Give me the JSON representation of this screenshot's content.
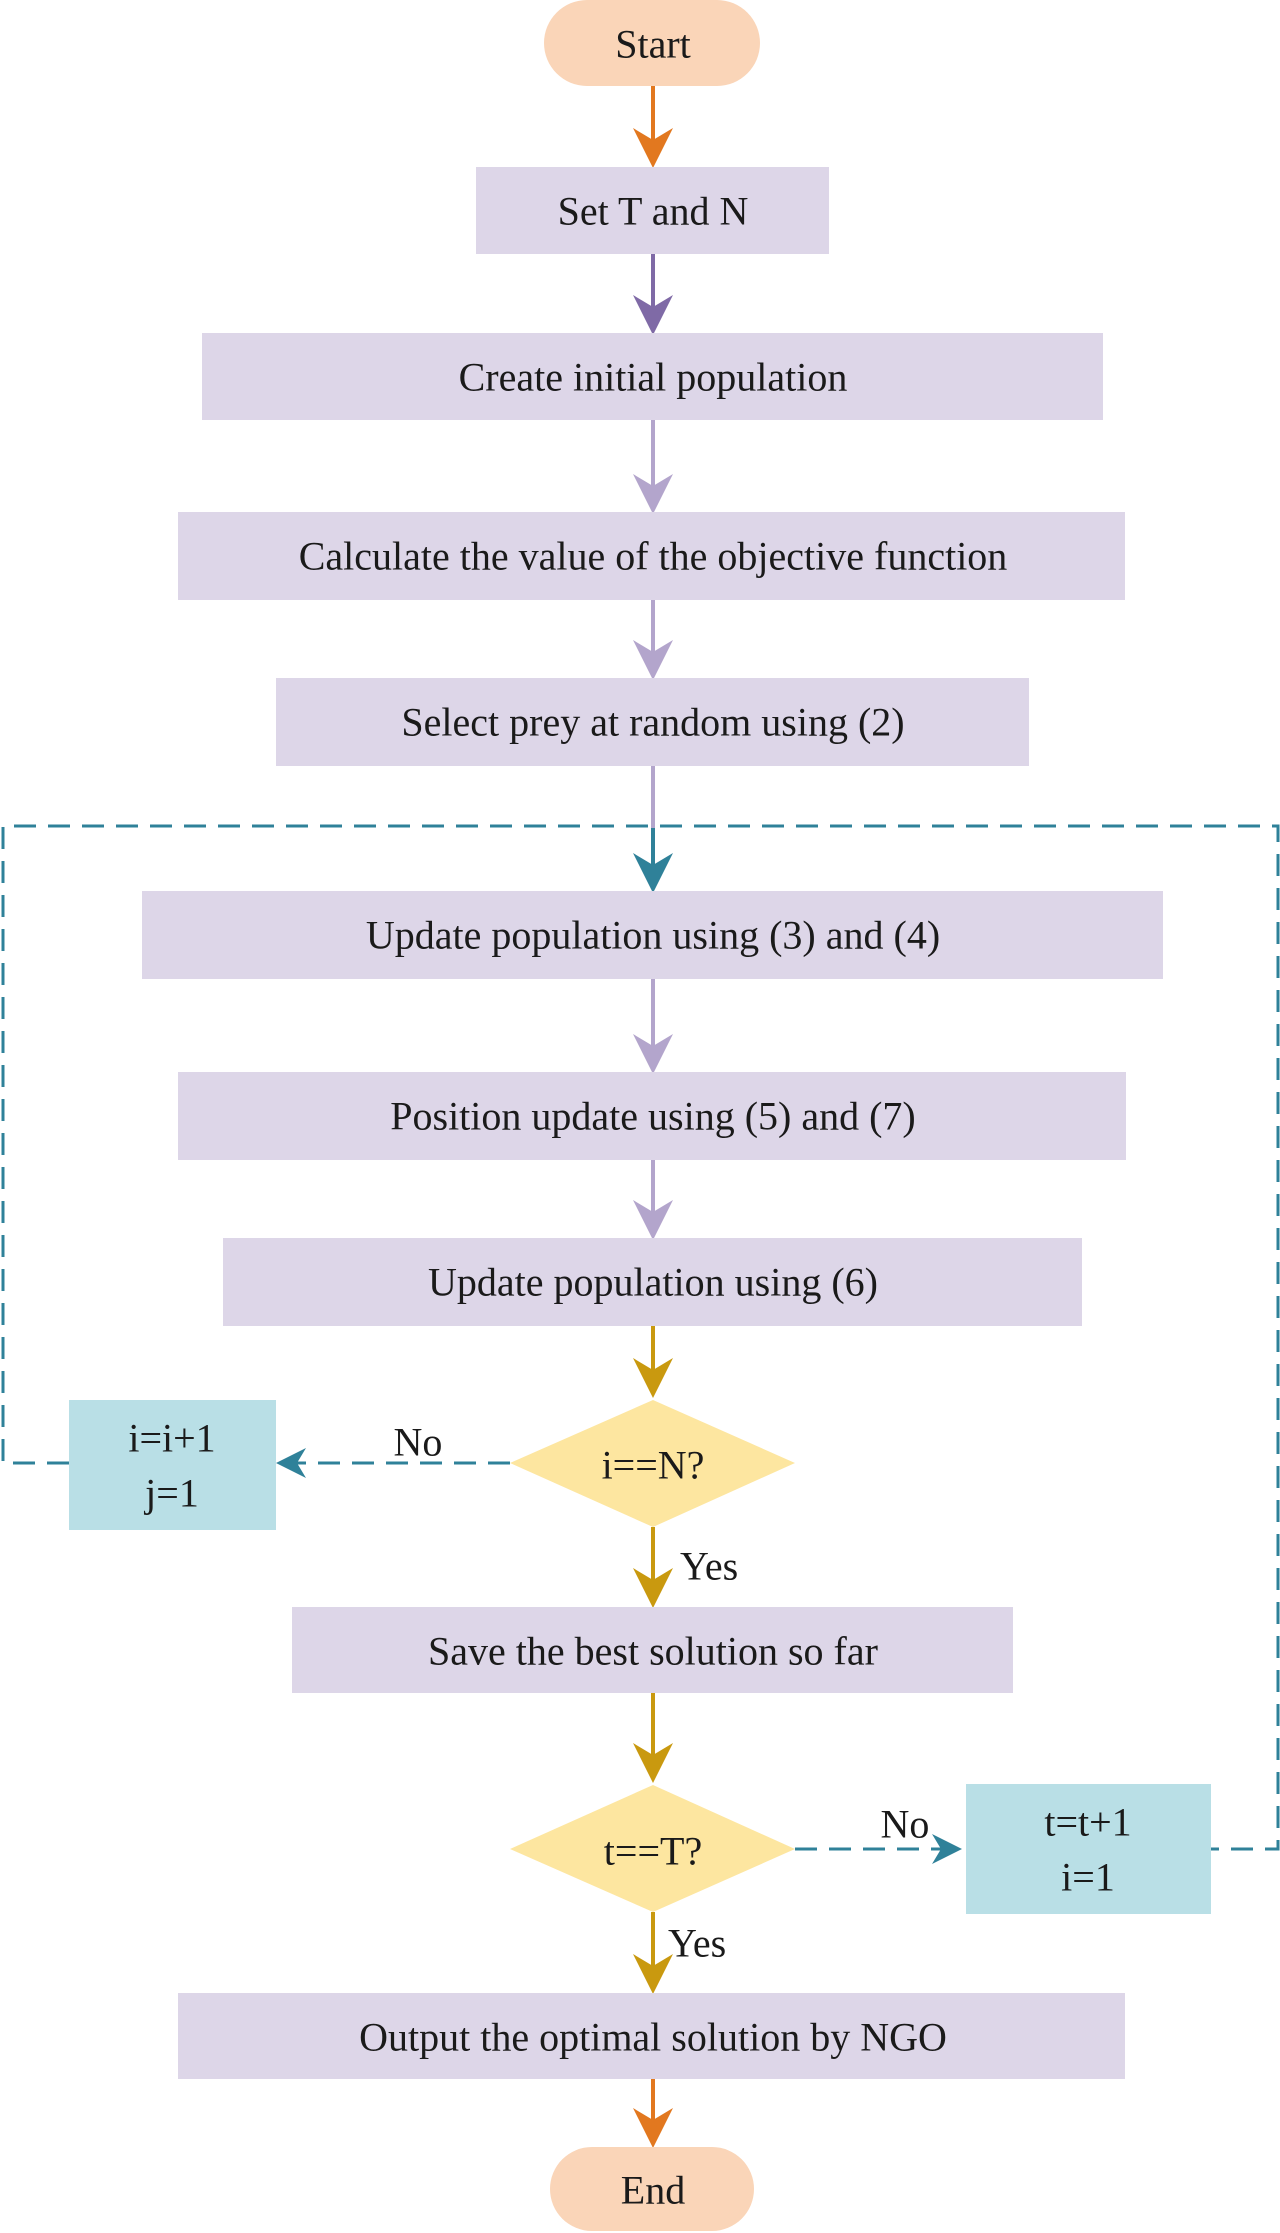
{
  "diagram": {
    "colors": {
      "terminal_fill": "#fad5b8",
      "process_fill": "#ddd6e8",
      "decision_fill": "#fde6a0",
      "side_box_fill": "#b9dfe6",
      "arrow_orange": "#e2781f",
      "arrow_purple_dark": "#7f6aa6",
      "arrow_purple_light": "#b3a5cc",
      "arrow_gold": "#c9990f",
      "arrow_teal": "#2f8199",
      "label_yes_color": "#8a6d10",
      "label_no_color": "#2c6f86"
    },
    "nodes": {
      "start": "Start",
      "set_params": "Set T and N",
      "init_population": "Create initial population",
      "calc_objective": "Calculate the value of the objective function",
      "select_prey": "Select prey at random using (2)",
      "update_pop_34": "Update population using (3) and (4)",
      "position_update": "Position update using (5) and (7)",
      "update_pop_6": "Update population using (6)",
      "decision_i": "i==N?",
      "inc_i_line1": "i=i+1",
      "inc_i_line2": "j=1",
      "save_best": "Save the best solution so far",
      "decision_t": "t==T?",
      "inc_t_line1": "t=t+1",
      "inc_t_line2": "i=1",
      "output": "Output the optimal solution by NGO",
      "end": "End"
    },
    "edge_labels": {
      "i_no": "No",
      "i_yes": "Yes",
      "t_no": "No",
      "t_yes": "Yes"
    }
  }
}
